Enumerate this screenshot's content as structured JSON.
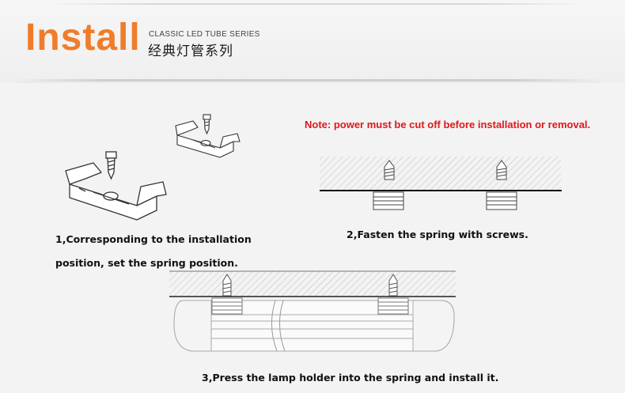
{
  "header": {
    "title": "Install",
    "series_en": "CLASSIC LED TUBE SERIES",
    "series_cn": "经典灯管系列"
  },
  "note": "Note: power must be cut off before installation or removal.",
  "steps": [
    {
      "caption_line1": "1,Corresponding to the installation",
      "caption_line2": "position, set the spring position."
    },
    {
      "caption": "2,Fasten the spring with screws."
    },
    {
      "caption": "3,Press the lamp holder into the spring and install it."
    }
  ],
  "colors": {
    "title": "#f07c2a",
    "note": "#e0171b",
    "text": "#111111"
  }
}
